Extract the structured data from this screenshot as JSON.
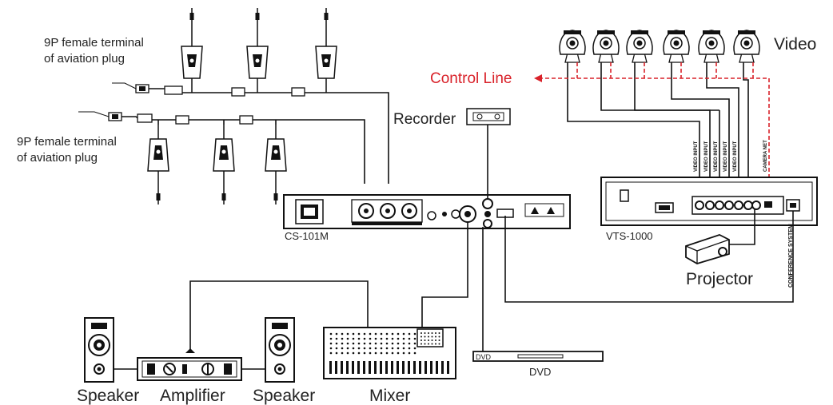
{
  "labels": {
    "plug_top": [
      "9P female terminal",
      "of aviation plug"
    ],
    "plug_bottom": [
      "9P female terminal",
      "of aviation plug"
    ],
    "recorder": "Recorder",
    "control_line": "Control Line",
    "video": "Video",
    "cs101m": "CS-101M",
    "vts1000": "VTS-1000",
    "projector": "Projector",
    "dvd_device": "DVD",
    "dvd_caption": "DVD",
    "speaker_left": "Speaker",
    "amplifier": "Amplifier",
    "speaker_right": "Speaker",
    "mixer": "Mixer",
    "conference_system": "CONFERENCE SYSTEM",
    "camera_net": "CAMERA NET",
    "video_input": "VIDEO INPUT"
  },
  "colors": {
    "control_line": "#d9222a",
    "line": "#111111"
  }
}
